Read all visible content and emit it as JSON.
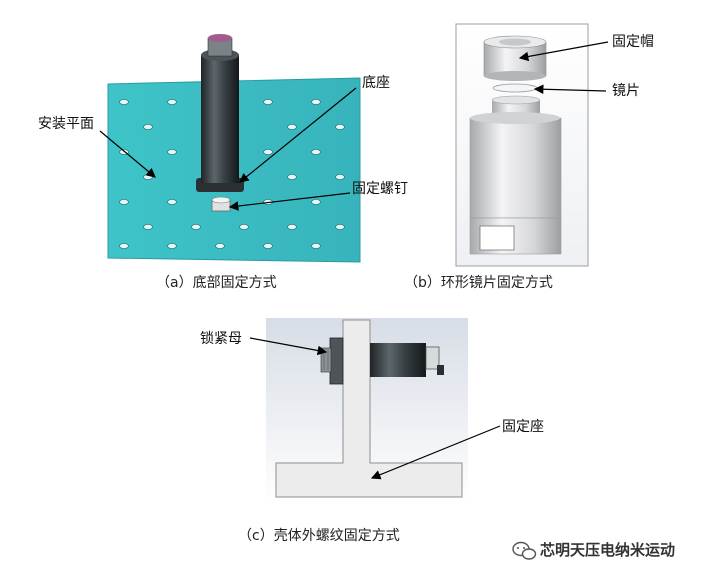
{
  "panel_a": {
    "labels": {
      "mount_plane": "安装平面",
      "base": "底座",
      "screw": "固定螺钉"
    },
    "caption": "（a）底部固定方式"
  },
  "panel_b": {
    "labels": {
      "cap": "固定帽",
      "lens": "镜片"
    },
    "caption": "（b）环形镜片固定方式"
  },
  "panel_c": {
    "labels": {
      "locknut": "锁紧母",
      "seat": "固定座"
    },
    "caption": "（c）壳体外螺纹固定方式"
  },
  "watermark": {
    "icon": "wechat-icon",
    "text": "芯明天压电纳米运动"
  }
}
